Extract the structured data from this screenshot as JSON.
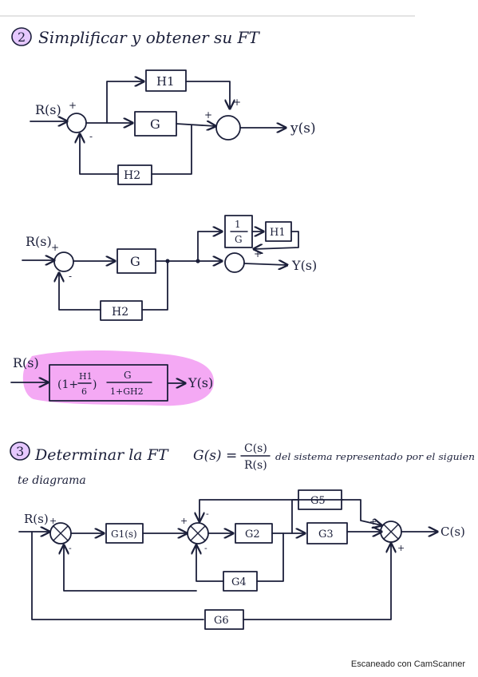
{
  "problem2": {
    "number": "2",
    "title": "Simplificar y obtener su FT",
    "step1": {
      "input": "R(s)",
      "output": "y(s)",
      "blocks": [
        "H1",
        "G",
        "H2"
      ],
      "signs": [
        "+",
        "-",
        "+",
        "+"
      ]
    },
    "step2": {
      "input": "R(s)",
      "output": "Y(s)",
      "blocks": [
        "G",
        "H2",
        "H1"
      ],
      "frac_num": "1",
      "frac_den": "G",
      "signs": [
        "+",
        "-",
        "+"
      ]
    },
    "step3": {
      "input": "R(s)",
      "output": "Y(s)",
      "expr_left": "(1+",
      "expr_h1": "H1",
      "expr_6": "6",
      "expr_right": ")",
      "expr_num": "G",
      "expr_den": "1+GH2",
      "highlight": "#f08cf0"
    }
  },
  "problem3": {
    "number": "3",
    "text1": "Determinar la FT",
    "text_g": "G(s) =",
    "frac_num": "C(s)",
    "frac_den": "R(s)",
    "text2": "del sistema representado por el siguien",
    "text3": "te diagrama",
    "diagram": {
      "input": "R(s)",
      "output": "C(s)",
      "blocks": [
        "G1(s)",
        "G2",
        "G3",
        "G4",
        "G5",
        "G6"
      ],
      "signs": [
        "+",
        "-",
        "+",
        "-",
        "-",
        "+",
        "+"
      ]
    }
  },
  "watermark": "Escaneado con CamScanner"
}
